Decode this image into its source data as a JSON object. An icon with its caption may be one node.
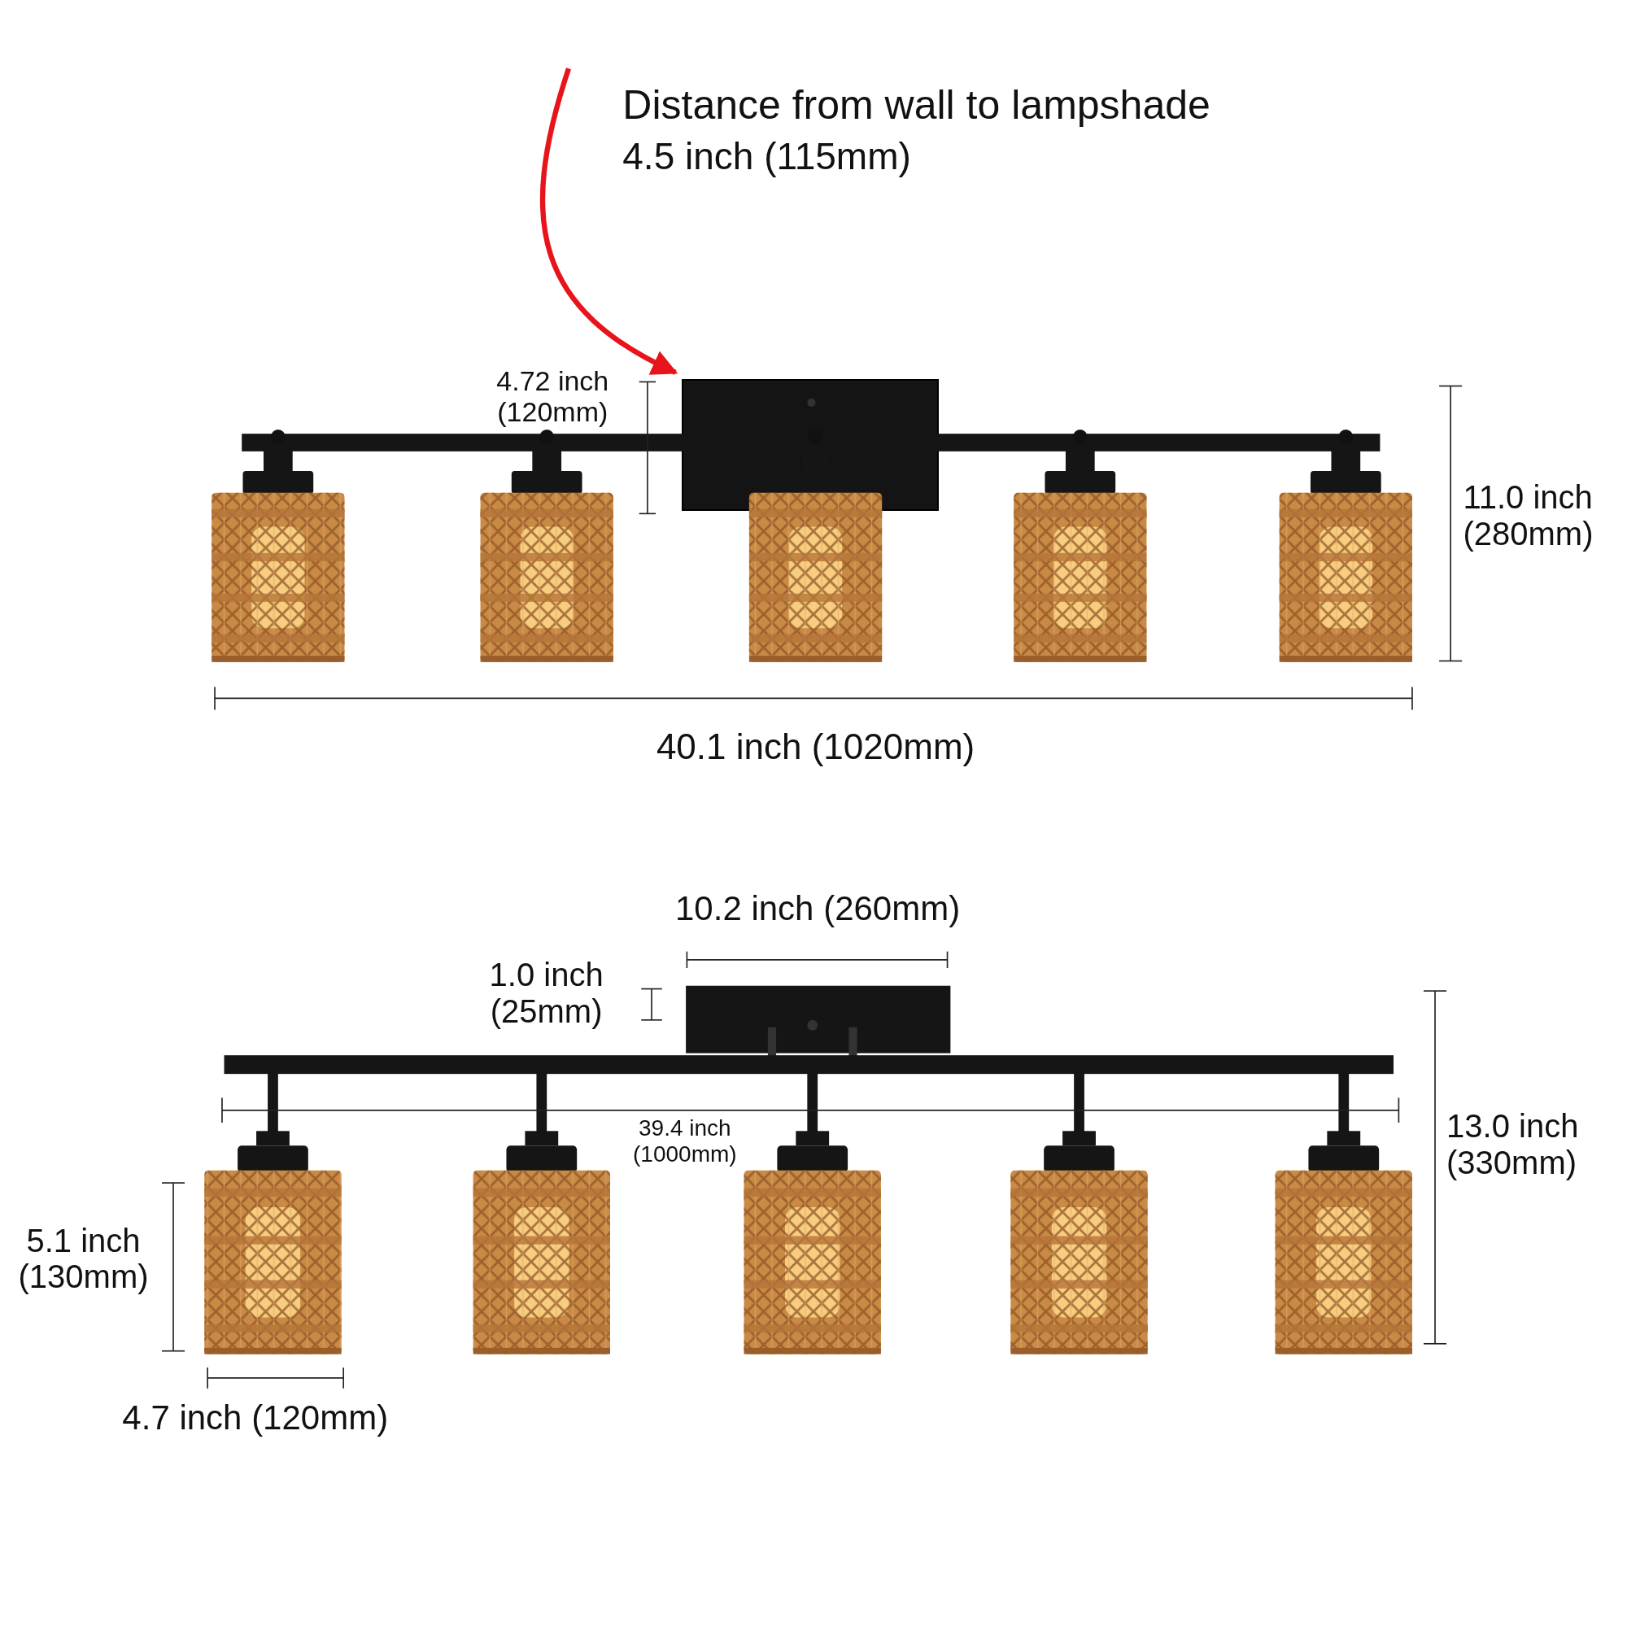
{
  "diagram": {
    "nodes": [
      {
        "text": [
          "Distance from wall to lampshade",
          "4.5 inch (115mm)"
        ]
      },
      {
        "text": [],
        "shape": "box"
      }
    ],
    "edges": [
      {
        "from": 0,
        "to": 1,
        "arrow": "to",
        "color": "#e8141b"
      }
    ],
    "labels": [
      "4.72 inch (120mm)",
      "11.0 inch (280mm)",
      "40.1 inch (1020mm)",
      "10.2 inch (260mm)",
      "1.0 inch (25mm)",
      "39.4 inch (1000mm)",
      "13.0 inch (330mm)",
      "5.1 inch (130mm)",
      "4.7 inch (120mm)"
    ]
  }
}
